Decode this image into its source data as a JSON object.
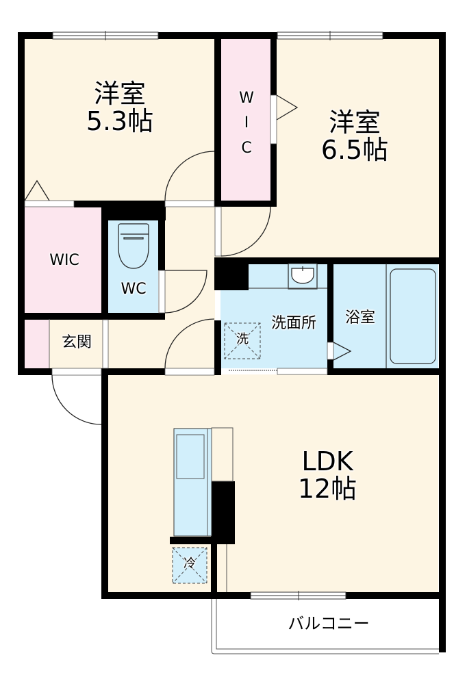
{
  "floorplan": {
    "colors": {
      "wall": "#000000",
      "room_wood": "#fdf5e3",
      "closet_pink": "#fce6ee",
      "water_blue": "#d2effb",
      "window": "#ffffff",
      "background": "#ffffff"
    },
    "rooms": {
      "western_room_1": {
        "name": "洋室",
        "size": "5.3帖"
      },
      "western_room_2": {
        "name": "洋室",
        "size": "6.5帖"
      },
      "wic_vertical": {
        "letters": [
          "W",
          "I",
          "C"
        ]
      },
      "wic_left": {
        "name": "WIC"
      },
      "toilet": {
        "name": "WC"
      },
      "entrance": {
        "name": "玄関"
      },
      "washroom": {
        "name": "洗面所"
      },
      "washer_space": {
        "name": "洗"
      },
      "bathroom": {
        "name": "浴室"
      },
      "ldk": {
        "name": "LDK",
        "size": "12帖"
      },
      "fridge_space": {
        "name": "冷"
      },
      "balcony": {
        "name": "バルコニー"
      }
    }
  }
}
